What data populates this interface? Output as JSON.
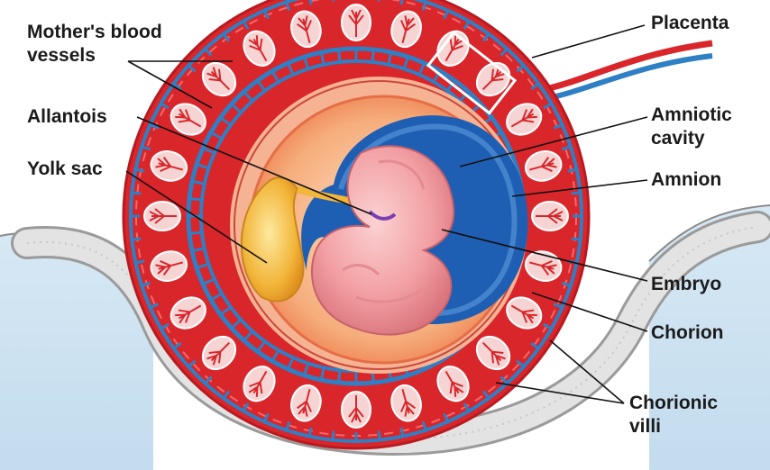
{
  "diagram": {
    "labels": {
      "mothers_blood_vessels_line1": "Mother's blood",
      "mothers_blood_vessels_line2": "vessels",
      "allantois": "Allantois",
      "yolk_sac": "Yolk sac",
      "placenta": "Placenta",
      "amniotic_cavity_line1": "Amniotic",
      "amniotic_cavity_line2": "cavity",
      "amnion": "Amnion",
      "embryo": "Embryo",
      "chorion": "Chorion",
      "chorionic_villi_line1": "Chorionic",
      "chorionic_villi_line2": "villi"
    },
    "colors": {
      "uterine_fluid": "#cfe3f1",
      "uterine_wall": "#dcdcdc",
      "placental_tissue": "#d9262b",
      "vessel_blue": "#2f7fc4",
      "amniotic_fluid": "#1f5fb3",
      "amnion_tissue": "#f28a5a",
      "yolk_sac": "#f2b63a",
      "embryo": "#f4a5a8",
      "leader_line": "#111111"
    }
  }
}
